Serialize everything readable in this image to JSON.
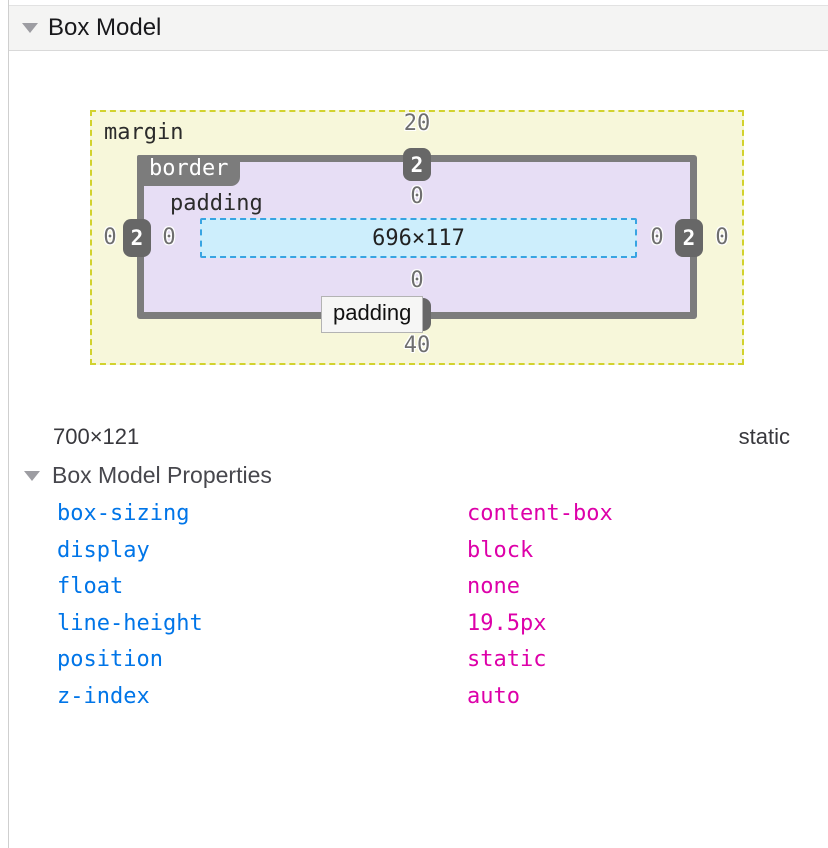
{
  "header": {
    "title": "Box Model"
  },
  "diagram": {
    "margin_label": "margin",
    "border_label": "border",
    "padding_label": "padding",
    "content_dimensions": "696×117",
    "values": {
      "margin_top": "20",
      "margin_bottom": "40",
      "margin_left": "0",
      "margin_right": "0",
      "border_top": "2",
      "border_bottom": "2",
      "border_left": "2",
      "border_right": "2",
      "padding_top": "0",
      "padding_bottom": "0",
      "padding_left": "0",
      "padding_right": "0"
    },
    "tooltip": "padding"
  },
  "summary": {
    "dimensions": "700×121",
    "position": "static"
  },
  "properties": {
    "title": "Box Model Properties",
    "items": [
      {
        "name": "box-sizing",
        "value": "content-box"
      },
      {
        "name": "display",
        "value": "block"
      },
      {
        "name": "float",
        "value": "none"
      },
      {
        "name": "line-height",
        "value": "19.5px"
      },
      {
        "name": "position",
        "value": "static"
      },
      {
        "name": "z-index",
        "value": "auto"
      }
    ]
  },
  "colors": {
    "margin_bg": "#f7f7da",
    "margin_border": "#d2d22e",
    "padding_bg": "#e7def5",
    "border_region": "#7c7c7c",
    "badge_bg": "#676767",
    "content_bg": "#cdeefc",
    "content_border": "#38a4e2",
    "number_text": "#6f6f6f",
    "property_name": "#0075e8",
    "property_value": "#dd00a9"
  }
}
